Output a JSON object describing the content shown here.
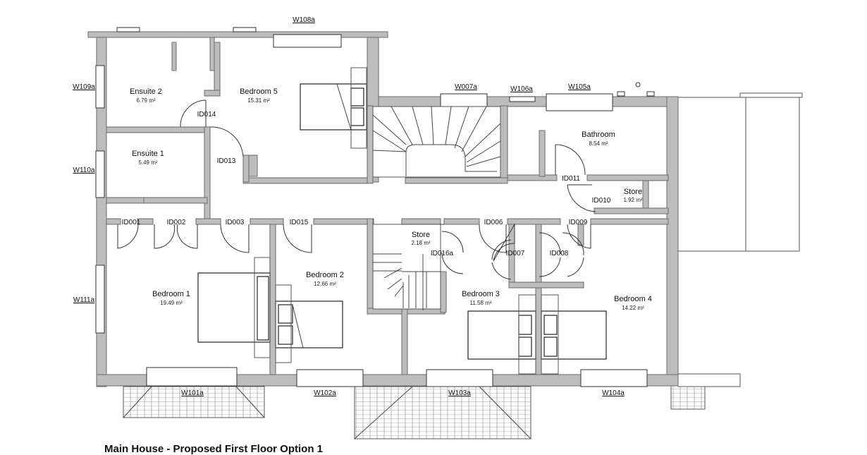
{
  "rooms": {
    "ensuite2": {
      "name": "Ensuite 2",
      "area": "6.79 m²"
    },
    "bedroom5": {
      "name": "Bedroom 5",
      "area": "15.31 m²"
    },
    "ensuite1": {
      "name": "Ensuite 1",
      "area": "5.49 m²"
    },
    "bathroom": {
      "name": "Bathroom",
      "area": "8.54 m²"
    },
    "store1": {
      "name": "Store",
      "area": "1.92 m²"
    },
    "store2": {
      "name": "Store",
      "area": "2.18 m²"
    },
    "bedroom1": {
      "name": "Bedroom 1",
      "area": "19.49 m²"
    },
    "bedroom2": {
      "name": "Bedroom 2",
      "area": "12.66 m²"
    },
    "bedroom3": {
      "name": "Bedroom 3",
      "area": "11.58 m²"
    },
    "bedroom4": {
      "name": "Bedroom 4",
      "area": "14.22 m²"
    }
  },
  "doors": {
    "id001": "ID001",
    "id002": "ID002",
    "id003": "ID003",
    "id015": "ID015",
    "id016a": "ID016a",
    "id006": "ID006",
    "id007": "ID007",
    "id008": "ID008",
    "id009": "ID009",
    "id010": "ID010",
    "id011": "ID011",
    "id013": "ID013",
    "id014": "ID014"
  },
  "windows": {
    "w108a": "W108a",
    "w109a": "W109a",
    "w110a": "W110a",
    "w111a": "W111a",
    "w007a": "W007a",
    "w106a": "W106a",
    "w105a": "W105a",
    "w101a": "W101a",
    "w102a": "W102a",
    "w103a": "W103a",
    "w104a": "W104a"
  },
  "footer": {
    "title": "Main House - Proposed First Floor Option 1"
  }
}
